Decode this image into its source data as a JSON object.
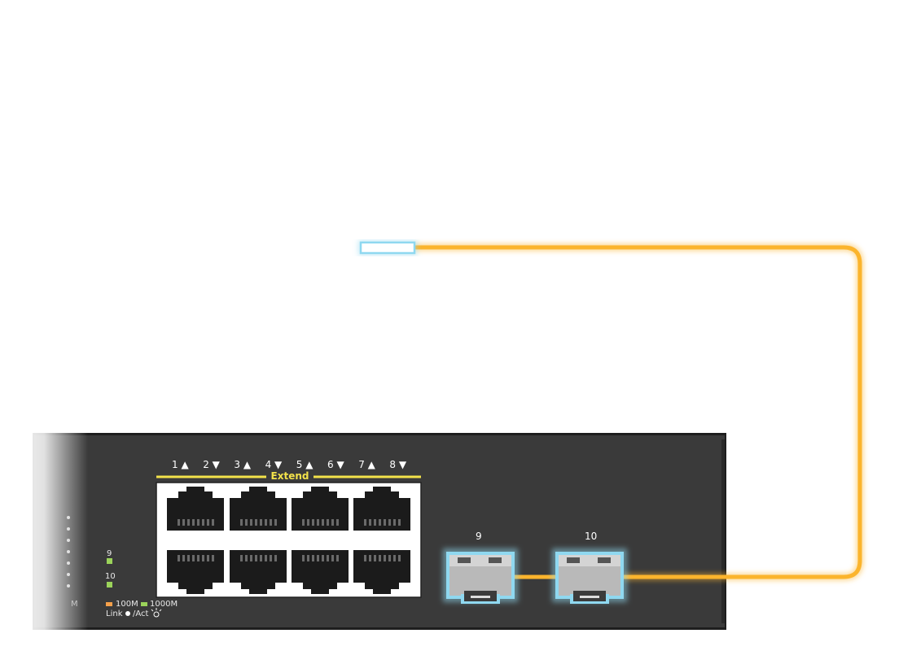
{
  "ports": {
    "top_labels": [
      {
        "num": "1",
        "dir": "up"
      },
      {
        "num": "2",
        "dir": "down"
      },
      {
        "num": "3",
        "dir": "up"
      },
      {
        "num": "4",
        "dir": "down"
      },
      {
        "num": "5",
        "dir": "up"
      },
      {
        "num": "6",
        "dir": "down"
      },
      {
        "num": "7",
        "dir": "up"
      },
      {
        "num": "8",
        "dir": "down"
      }
    ],
    "extend_label": "Extend",
    "sfp_labels": [
      "9",
      "10"
    ]
  },
  "leds": {
    "port9": "9",
    "port10": "10",
    "legend_100m": "100M",
    "legend_1000m": "1000M",
    "legend_link": "Link",
    "legend_act": "/Act",
    "partial_label": "M"
  },
  "colors": {
    "chassis": "#3a3a3a",
    "cable": "#fbb42c",
    "highlight": "#8fd8f0",
    "extend": "#f3e24a",
    "led_green": "#9bd35a",
    "led_orange": "#f5a04a"
  },
  "icons": {
    "up_arrow": "triangle-up-icon",
    "down_arrow": "triangle-down-icon",
    "link_dot": "dot-icon",
    "activity": "blink-icon"
  }
}
